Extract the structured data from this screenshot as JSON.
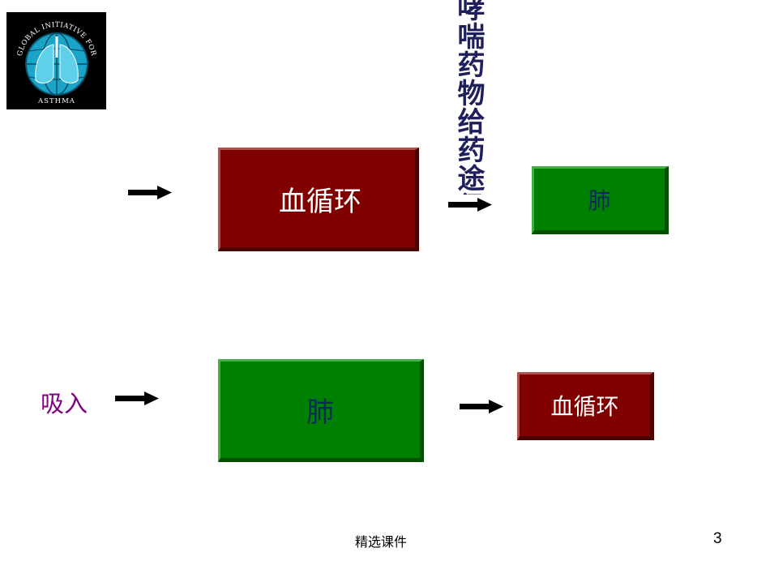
{
  "logo": {
    "text_top": "GLOBAL INITIATIVE FOR",
    "text_bottom": "ASTHMA",
    "icon": "gina-lungs-globe-logo"
  },
  "title_vertical": "哮喘药物给药途径",
  "row1": {
    "box1_label": "血循环",
    "box2_label": "肺"
  },
  "row2": {
    "start_label": "吸入",
    "box1_label": "肺",
    "box2_label": "血循环"
  },
  "footer": {
    "text": "精选课件",
    "page_number": "3"
  },
  "colors": {
    "circulation_box": "#800000",
    "lung_box": "#008000",
    "inhale_text": "#800080",
    "title_text": "#1f1f5c"
  }
}
